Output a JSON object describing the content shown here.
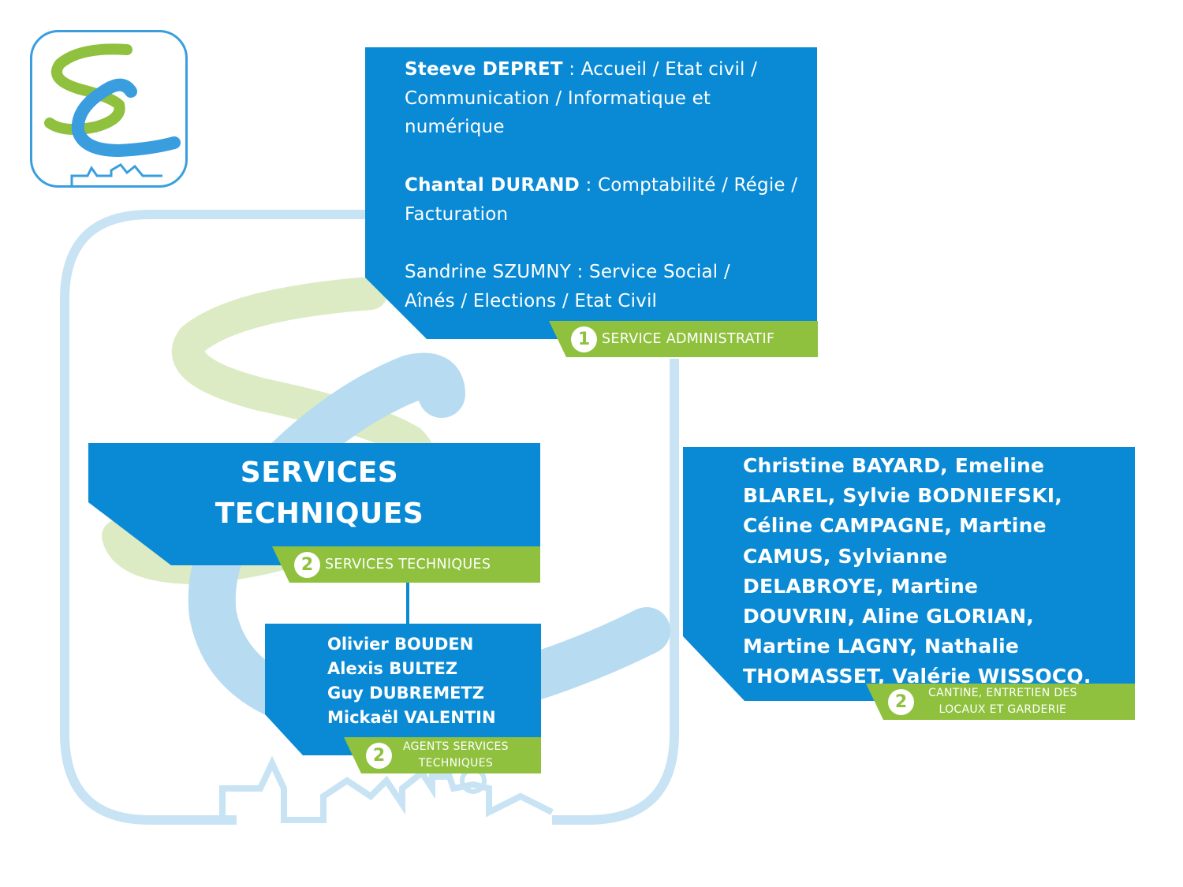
{
  "colors": {
    "blue": "#0a8ad4",
    "green": "#8fc13e",
    "light_blue": "#b7dbf0",
    "light_green": "#dcebc4"
  },
  "logo": {
    "icon": "se-logo-icon"
  },
  "admin": {
    "entries": [
      {
        "name": "Steeve DEPRET",
        "sep": " : ",
        "role": "Accueil / Etat civil / Communication / Informatique et numérique"
      },
      {
        "name": "Chantal DURAND",
        "sep": " : ",
        "role": "Comptabilité / Régie / Facturation"
      },
      {
        "name": "Sandrine SZUMNY",
        "sep": " : ",
        "role": "Service Social / Aînés / Elections / Etat Civil"
      }
    ],
    "tag": {
      "number": "1",
      "label": "SERVICE ADMINISTRATIF"
    }
  },
  "services_techniques": {
    "title_line1": "SERVICES",
    "title_line2": "TECHNIQUES",
    "tag": {
      "number": "2",
      "label": "SERVICES TECHNIQUES"
    }
  },
  "agents": {
    "names": [
      "Olivier BOUDEN",
      "Alexis BULTEZ",
      "Guy DUBREMETZ",
      "Mickaël VALENTIN"
    ],
    "tag": {
      "number": "2",
      "label_line1": "AGENTS SERVICES",
      "label_line2": "TECHNIQUES"
    }
  },
  "cantine": {
    "names": "Christine BAYARD, Emeline BLAREL, Sylvie BODNIEFSKI, Céline CAMPAGNE, Martine CAMUS, Sylvianne DELABROYE, Martine DOUVRIN, Aline GLORIAN, Martine LAGNY, Nathalie THOMASSET, Valérie WISSOCQ.",
    "tag": {
      "number": "2",
      "label_line1": "CANTINE, ENTRETIEN DES",
      "label_line2": "LOCAUX ET GARDERIE"
    }
  }
}
